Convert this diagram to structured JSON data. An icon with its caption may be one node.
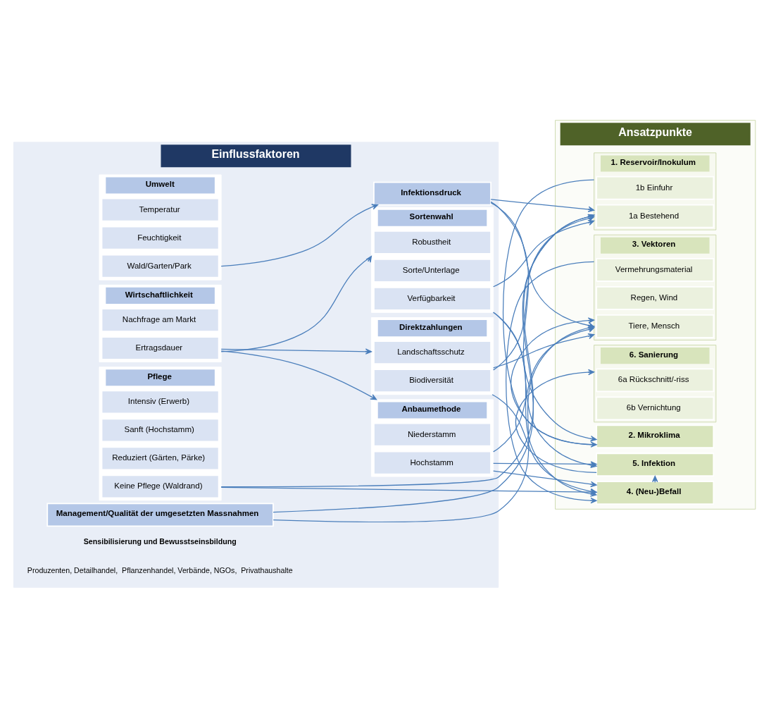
{
  "diagram": {
    "nodes": [
      {
        "text": [
          "Einflussfaktoren"
        ]
      },
      {
        "text": [
          "Umwelt"
        ],
        "in": 0
      },
      {
        "text": [
          "Temperatur"
        ],
        "in": 1
      },
      {
        "text": [
          "Feuchtigkeit"
        ],
        "in": 1
      },
      {
        "text": [
          "Wald/Garten/Park"
        ],
        "in": 1
      },
      {
        "text": [
          "Infektionsdruck"
        ],
        "in": 0
      },
      {
        "text": [
          "Pflege"
        ],
        "in": 0
      },
      {
        "text": [
          "Intensiv (Erwerb)"
        ],
        "in": 6
      },
      {
        "text": [
          "Sanft (Hochstamm)"
        ],
        "in": 6
      },
      {
        "text": [
          "Reduziert (Gärten, Pärke)"
        ],
        "in": 6
      },
      {
        "text": [
          "Keine Pflege (Waldrand)"
        ],
        "in": 6
      },
      {
        "text": [
          "Sortenwahl"
        ],
        "in": 0
      },
      {
        "text": [
          "Robustheit"
        ],
        "in": 11
      },
      {
        "text": [
          "Sorte/Unterlage"
        ],
        "in": 11
      },
      {
        "text": [
          "Verfügbarkeit"
        ],
        "in": 11
      },
      {
        "text": [
          "Wirtschaftlichkeit"
        ],
        "in": 0
      },
      {
        "text": [
          "Nachfrage am Markt"
        ],
        "in": 15
      },
      {
        "text": [
          "Ertragsdauer"
        ],
        "in": 15
      },
      {
        "text": [
          "Anbaumethode"
        ],
        "in": 0
      },
      {
        "text": [
          "Niederstamm"
        ],
        "in": 18
      },
      {
        "text": [
          "Hochstamm"
        ],
        "in": 18
      },
      {
        "text": [
          "Direktzahlungen"
        ],
        "in": 0
      },
      {
        "text": [
          "Landschaftsschutz"
        ],
        "in": 21
      },
      {
        "text": [
          "Biodiversität"
        ],
        "in": 21
      },
      {
        "text": [
          "Management/Qualität der umgesetzten Massnahmen"
        ],
        "in": 0
      },
      {
        "text": [
          "Ansatzpunkte"
        ]
      },
      {
        "text": [
          "1. Reservoir/Inokulum"
        ],
        "in": 25
      },
      {
        "text": [
          "1a Bestehend"
        ],
        "in": 26
      },
      {
        "text": [
          "1b Einfuhr"
        ],
        "in": 26
      },
      {
        "text": [
          "2. Mikroklima"
        ],
        "in": 25
      },
      {
        "text": [
          "3. Vektoren"
        ],
        "in": 25
      },
      {
        "text": [
          "Tiere, Mensch"
        ],
        "in": 30
      },
      {
        "text": [
          "Regen, Wind"
        ],
        "in": 30
      },
      {
        "text": [
          "Vermehrungsmaterial"
        ],
        "in": 30
      },
      {
        "text": [
          "4. (Neu-)Befall"
        ],
        "in": 25
      },
      {
        "text": [
          "5. Infektion"
        ],
        "in": 25
      },
      {
        "text": [
          "6. Sanierung"
        ],
        "in": 25
      },
      {
        "text": [
          "6a Rückschnitt/-riss"
        ],
        "in": 36
      },
      {
        "text": [
          "6b Vernichtung"
        ],
        "in": 36
      }
    ],
    "edges": [
      {
        "from": 1,
        "to": 5,
        "arrow": "to"
      },
      {
        "from": 15,
        "to": 11,
        "arrow": "to"
      },
      {
        "from": 15,
        "to": 18,
        "arrow": "to"
      },
      {
        "from": 15,
        "to": 21,
        "arrow": "to"
      },
      {
        "from": 5,
        "to": 26,
        "arrow": "to"
      },
      {
        "from": 5,
        "to": 29,
        "arrow": "to"
      },
      {
        "from": 5,
        "to": 30,
        "arrow": "to"
      },
      {
        "from": 6,
        "to": 26,
        "arrow": "to"
      },
      {
        "from": 6,
        "to": 34,
        "arrow": "to"
      },
      {
        "from": 11,
        "to": 26,
        "arrow": "to"
      },
      {
        "from": 11,
        "to": 34,
        "arrow": "to"
      },
      {
        "from": 11,
        "to": 35,
        "arrow": "to"
      },
      {
        "from": 18,
        "to": 30,
        "arrow": "to"
      },
      {
        "from": 18,
        "to": 34,
        "arrow": "to"
      },
      {
        "from": 18,
        "to": 35,
        "arrow": "to"
      },
      {
        "from": 21,
        "to": 26,
        "arrow": "to"
      },
      {
        "from": 21,
        "to": 30,
        "arrow": "to"
      },
      {
        "from": 21,
        "to": 34,
        "arrow": "to"
      },
      {
        "from": 24,
        "to": 26,
        "arrow": "to"
      },
      {
        "from": 24,
        "to": 30,
        "arrow": "to"
      },
      {
        "from": 26,
        "to": 29,
        "arrow": "to"
      },
      {
        "from": 29,
        "to": 30,
        "arrow": "to"
      },
      {
        "from": 30,
        "to": 34,
        "arrow": "to"
      },
      {
        "from": 34,
        "to": 35,
        "arrow": "to"
      },
      {
        "from": 35,
        "to": 36,
        "arrow": "to"
      }
    ],
    "labels": [
      "Sensibilisierung und Bewusstseinsbildung",
      "Produzenten, Detailhandel,  Pflanzenhandel, Verbände, NGOs,  Privathaushalte"
    ]
  }
}
